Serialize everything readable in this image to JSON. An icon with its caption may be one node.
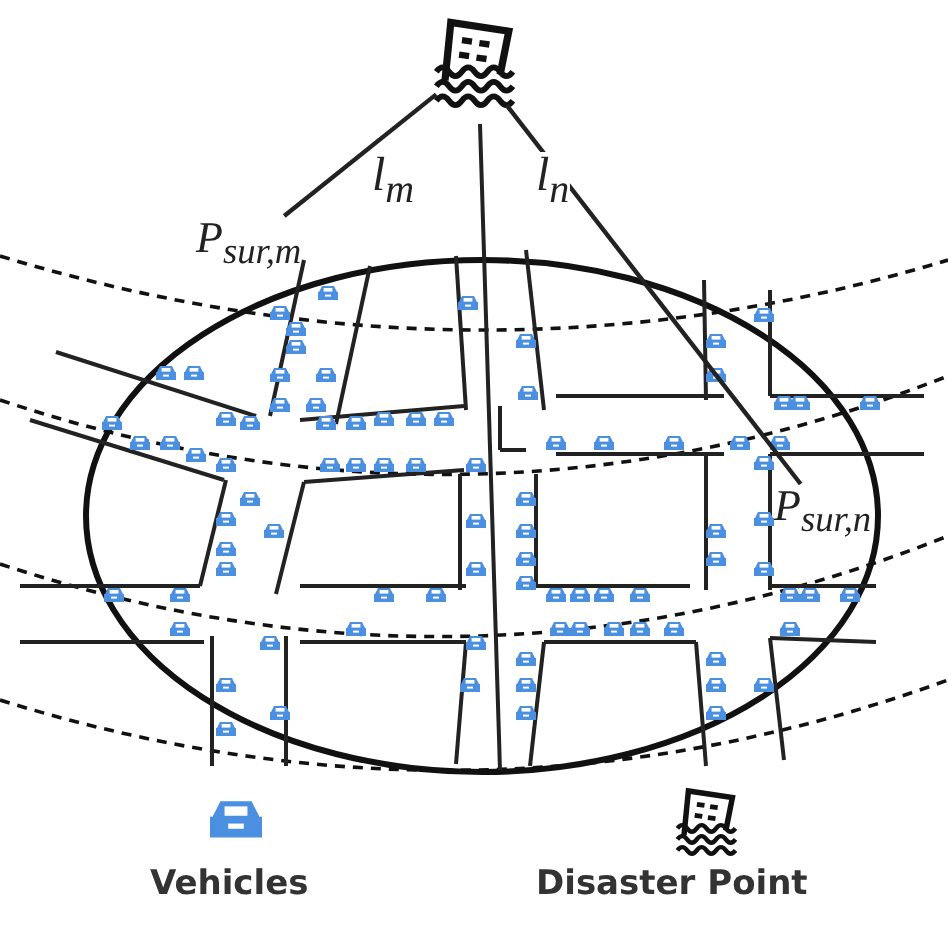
{
  "diagram": {
    "nodes": [
      {
        "text": [],
        "shape": "picture"
      },
      {
        "text": [
          "P$_{sur,m}$"
        ]
      },
      {
        "text": [
          "P$_{sur,n}$"
        ]
      }
    ],
    "edges": [
      {
        "from": 0,
        "to": 1,
        "arrow": "none",
        "label": "l$_{m}$"
      },
      {
        "from": 0,
        "to": 2,
        "arrow": "none",
        "label": "l$_{n}$"
      }
    ],
    "legend": [
      {
        "text": "Vehicles"
      },
      {
        "text": "Disaster Point"
      }
    ]
  }
}
